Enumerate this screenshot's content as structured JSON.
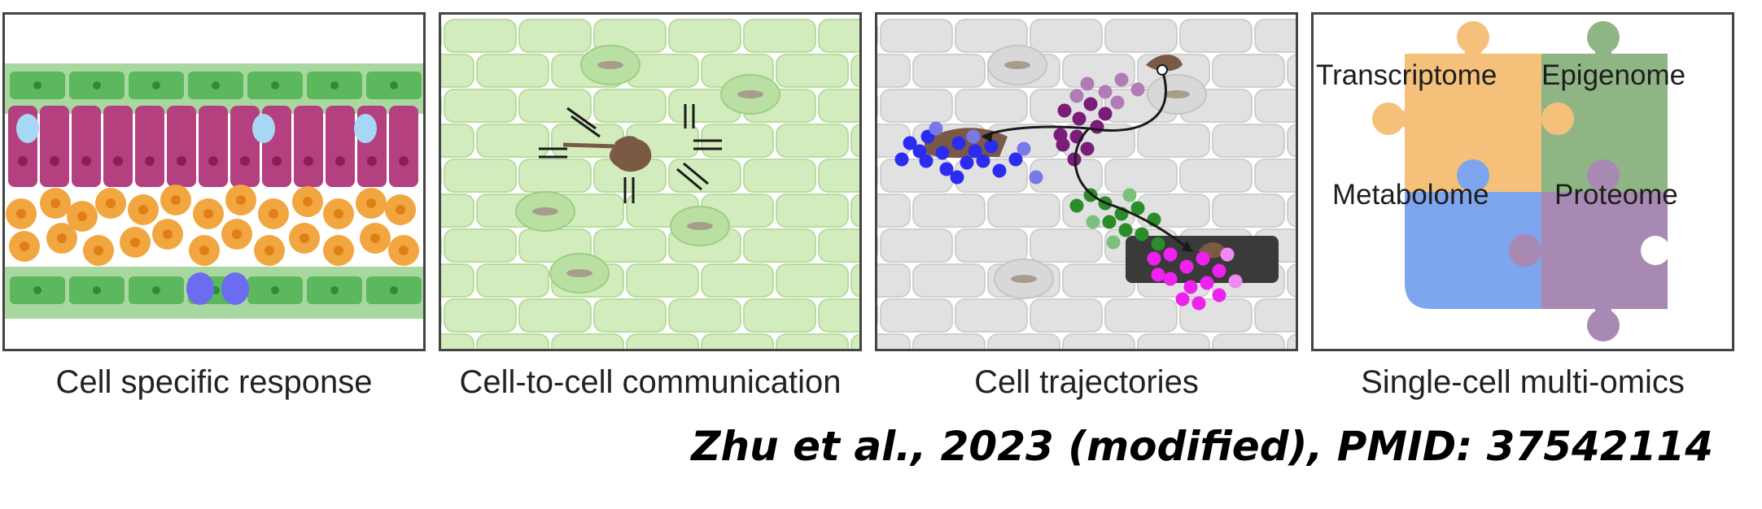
{
  "panels": [
    {
      "caption": "Cell specific response"
    },
    {
      "caption": "Cell-to-cell communication"
    },
    {
      "caption": "Cell trajectories"
    },
    {
      "caption": "Single-cell multi-omics",
      "omics": [
        "Transcriptome",
        "Epigenome",
        "Metabolome",
        "Proteome"
      ]
    }
  ],
  "citation": "Zhu et al., 2023 (modified), PMID: 37542114",
  "colors": {
    "green_cell": "#5cb85c",
    "magenta_cell": "#b5407f",
    "orange_cell": "#f2a640",
    "light_green": "#d3ecbd",
    "gray_tissue": "#e1e1e1",
    "puzzle_orange": "#f5c17a",
    "puzzle_green": "#8fb585",
    "puzzle_blue": "#7ea6ee",
    "puzzle_purple": "#a889b4"
  }
}
